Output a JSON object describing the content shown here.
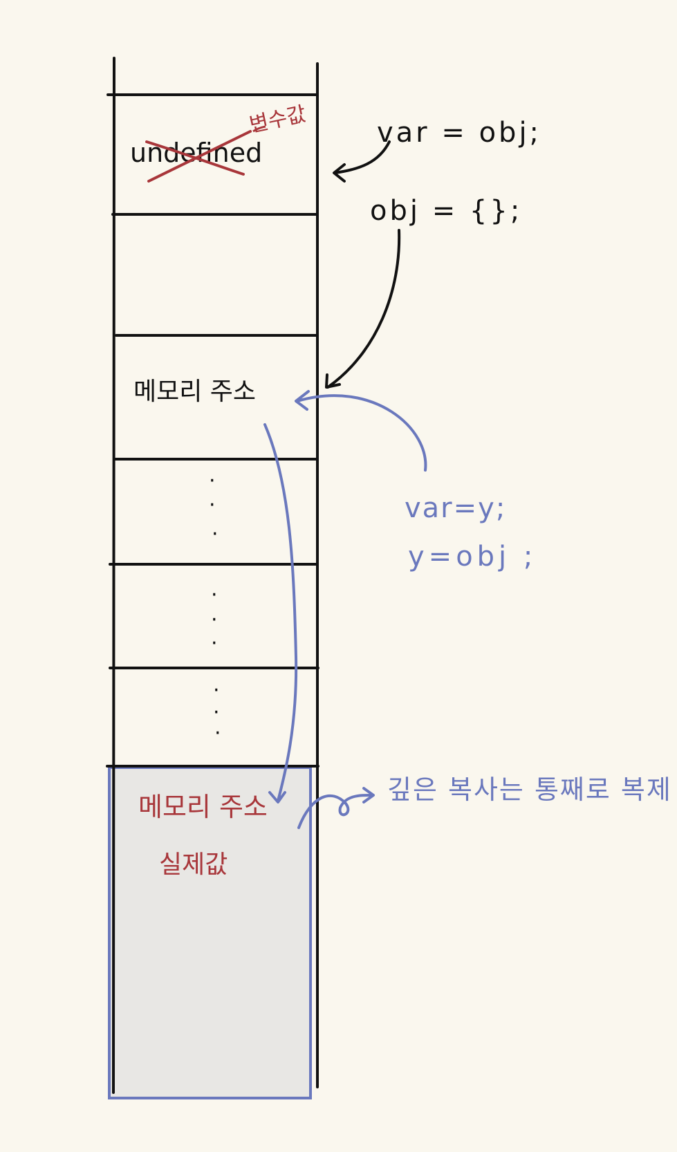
{
  "colors": {
    "background": "#faf7ee",
    "ink": "#111111",
    "red": "#a8363a",
    "blue": "#6a78bd",
    "heap_fill": "#e8e7e4"
  },
  "stack": {
    "cell_1_text": "undefined",
    "cell_1_correction": "변수값",
    "cell_3_text": "메모리 주소",
    "ellipsis": "·"
  },
  "heap": {
    "line_1": "메모리 주소",
    "line_2": "실제값"
  },
  "code": {
    "declare_var": "var = obj;",
    "assign_obj": "obj = {};",
    "blue_line_1": "var=y;",
    "blue_line_2": "y=obj ;"
  },
  "notes": {
    "deep_copy": "깊은 복사는 통째로 복제"
  }
}
